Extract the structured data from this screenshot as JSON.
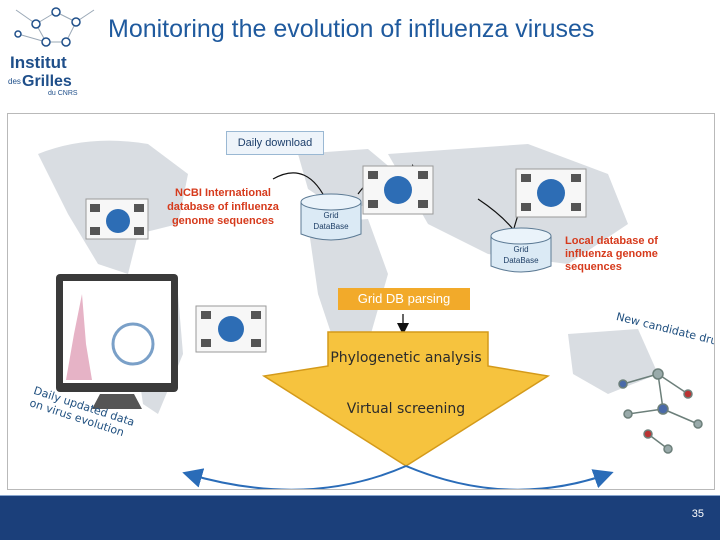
{
  "slide": {
    "title": "Monitoring the evolution of influenza viruses",
    "page_number": "35",
    "logo": {
      "line1": "Institut",
      "line2": "des",
      "line3": "Grilles",
      "line4": "du CNRS"
    }
  },
  "diagram": {
    "daily_download": "Daily download",
    "ncbi": "NCBI International database of influenza genome sequences",
    "grid_db_1": [
      "Grid",
      "DataBase"
    ],
    "grid_db_2": [
      "Grid",
      "DataBase"
    ],
    "local_db": "Local database of influenza genome sequences",
    "grid_db_parsing": "Grid DB parsing",
    "phylogenetic": "Phylogenetic analysis",
    "virtual_screening": "Virtual screening",
    "new_candidate_drugs": "New candidate drugs",
    "daily_updated": "Daily updated data on virus evolution"
  },
  "colors": {
    "title": "#1f5a9e",
    "accent_red": "#d63a1c",
    "parsing_bg": "#f2aa2a",
    "footer": "#1b3f7a"
  }
}
